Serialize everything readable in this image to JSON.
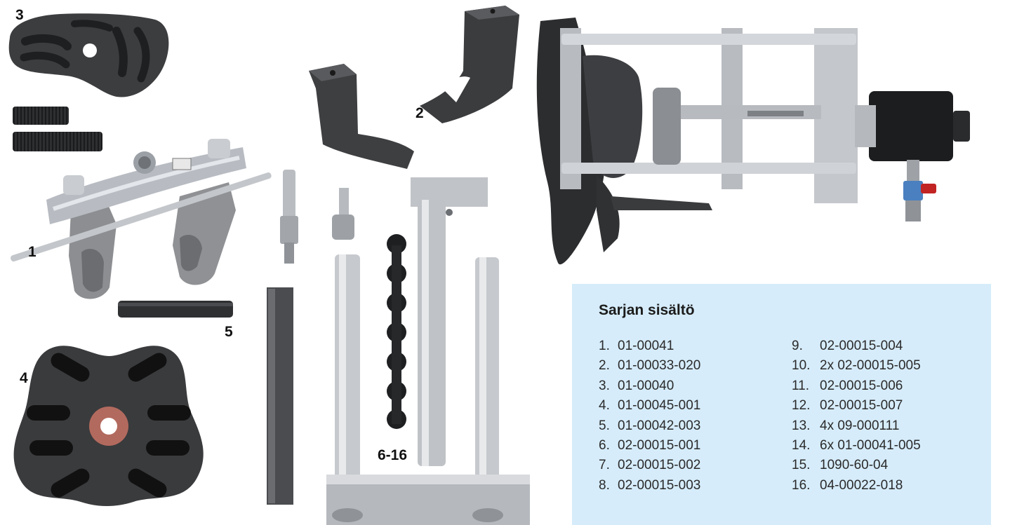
{
  "labels": {
    "l1": "1",
    "l2": "2",
    "l3": "3",
    "l4": "4",
    "l5": "5",
    "l6": "6-16"
  },
  "panel": {
    "title": "Sarjan sisältö",
    "col1": [
      {
        "n": "1.",
        "code": "01-00041"
      },
      {
        "n": "2.",
        "code": "01-00033-020"
      },
      {
        "n": "3.",
        "code": "01-00040"
      },
      {
        "n": "4.",
        "code": "01-00045-001"
      },
      {
        "n": "5.",
        "code": "01-00042-003"
      },
      {
        "n": "6.",
        "code": "02-00015-001"
      },
      {
        "n": "7.",
        "code": "02-00015-002"
      },
      {
        "n": "8.",
        "code": "02-00015-003"
      }
    ],
    "col2": [
      {
        "n": "9.",
        "code": "02-00015-004"
      },
      {
        "n": "10.",
        "code": "2x 02-00015-005"
      },
      {
        "n": "11.",
        "code": "02-00015-006"
      },
      {
        "n": "12.",
        "code": "02-00015-007"
      },
      {
        "n": "13.",
        "code": "4x 09-000111"
      },
      {
        "n": "14.",
        "code": "6x 01-00041-005"
      },
      {
        "n": "15.",
        "code": "1090-60-04"
      },
      {
        "n": "16.",
        "code": "04-00022-018"
      }
    ]
  },
  "colors": {
    "panel_bg": "#d6ecfa",
    "cast_iron": "#3a3b3d",
    "steel": "#c9ccd0"
  }
}
